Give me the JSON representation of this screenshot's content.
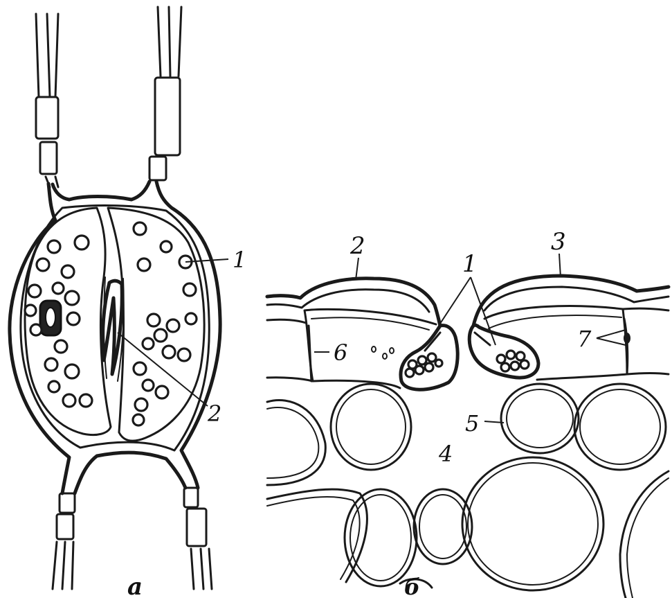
{
  "panels": {
    "a": {
      "caption": "а",
      "labels": {
        "l1": "1",
        "l2": "2"
      }
    },
    "b": {
      "caption": "б",
      "labels": {
        "l1": "1",
        "l2": "2",
        "l3": "3",
        "l4": "4",
        "l5": "5",
        "l6": "6",
        "l7": "7"
      }
    }
  },
  "colors": {
    "ink": "#1a1a1a",
    "stipple": "#9a9a9a",
    "background": "#ffffff"
  }
}
